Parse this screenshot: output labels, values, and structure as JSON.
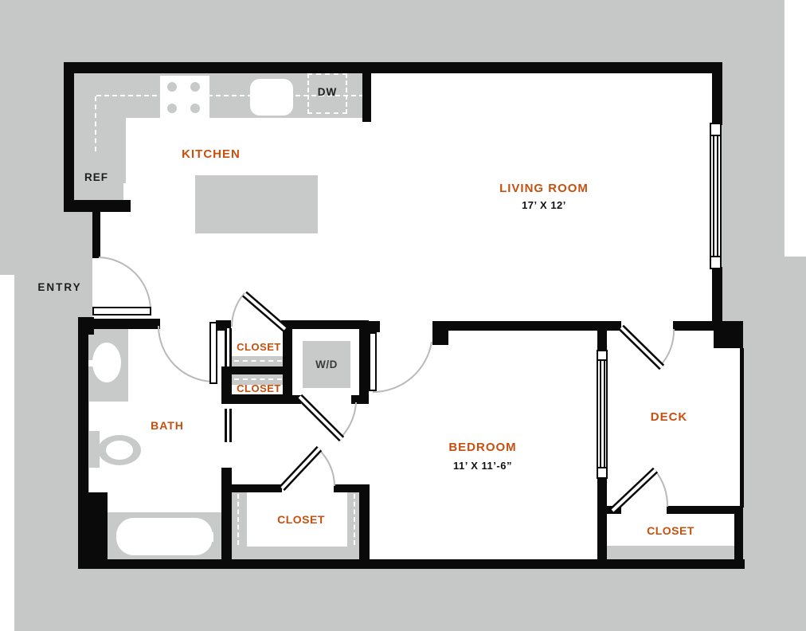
{
  "floorplan": {
    "labels": {
      "entry": "ENTRY",
      "kitchen": "KITCHEN",
      "living_room": "LIVING ROOM",
      "living_room_dims": "17’ X 12’",
      "bath": "BATH",
      "hall_closet_upper": "CLOSET",
      "hall_closet_lower": "CLOSET",
      "washer_dryer": "W/D",
      "refrigerator": "REF",
      "dishwasher": "DW",
      "bedroom": "BEDROOM",
      "bedroom_dims": "11’ X 11’-6”",
      "bedroom_closet": "CLOSET",
      "deck": "DECK",
      "deck_closet": "CLOSET"
    },
    "colors": {
      "wall": "#0a0a0a",
      "outside_gray": "#c6c7c7",
      "fixture_gray": "#c8c9c9",
      "label_accent": "#c7500f",
      "text_dark": "#1d1d1d",
      "door_arc": "#b9b9b9"
    }
  }
}
